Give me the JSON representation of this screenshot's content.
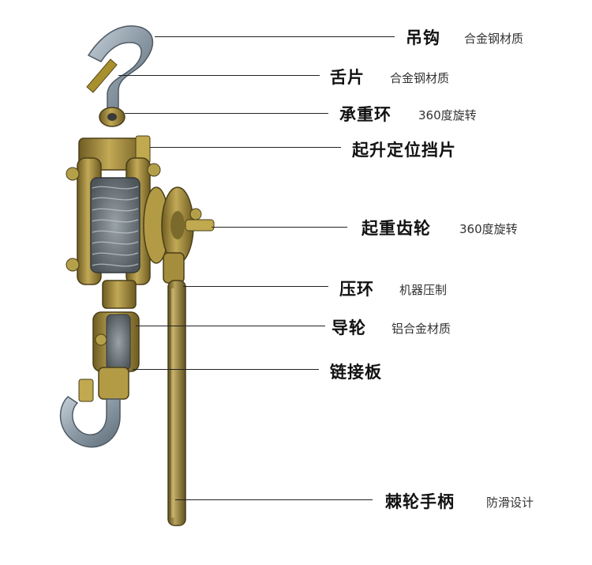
{
  "parts": [
    {
      "name": "吊钩",
      "note": "合金钢材质"
    },
    {
      "name": "舌片",
      "note": "合金钢材质"
    },
    {
      "name": "承重环",
      "note": "360度旋转"
    },
    {
      "name": "起升定位挡片",
      "note": ""
    },
    {
      "name": "起重齿轮",
      "note": "360度旋转"
    },
    {
      "name": "压环",
      "note": "机器压制"
    },
    {
      "name": "导轮",
      "note": "铝合金材质"
    },
    {
      "name": "链接板",
      "note": ""
    },
    {
      "name": "棘轮手柄",
      "note": "防滑设计"
    }
  ],
  "colors": {
    "steel": "#8a98a4",
    "steel_light": "#b7c3cc",
    "brass": "#a88f3c",
    "brass_dark": "#6e5c22",
    "handle": "#9d8a45",
    "cable": "#7c8388"
  }
}
